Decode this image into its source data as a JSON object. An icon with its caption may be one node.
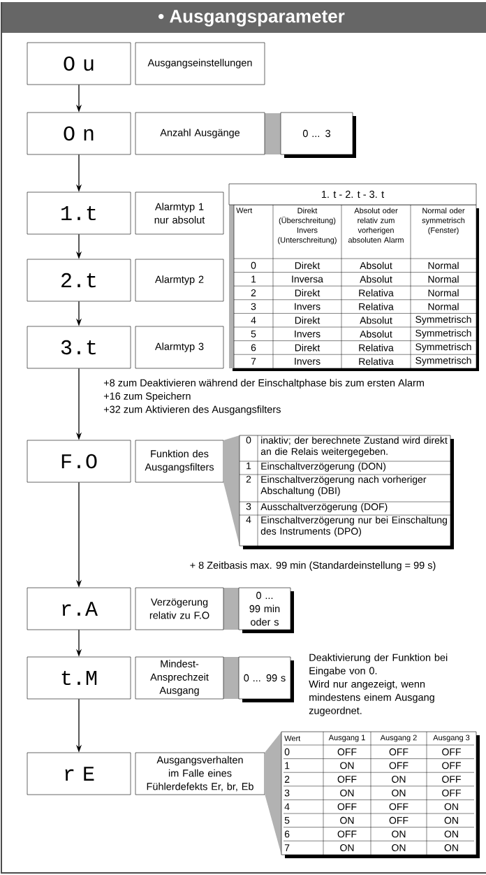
{
  "diagram": {
    "title": "• Ausgangsparameter",
    "nodes": [
      {
        "text": [
          "O u"
        ]
      },
      {
        "text": [
          "Ausgangseinstellungen"
        ]
      },
      {
        "text": [
          "O n"
        ]
      },
      {
        "text": [
          "Anzahl Ausgänge"
        ]
      },
      {
        "text": [
          "0 ... 3"
        ]
      },
      {
        "text": [
          "1.t"
        ]
      },
      {
        "text": [
          "Alarmtyp 1 nur absolut"
        ]
      },
      {
        "text": [
          "2.t"
        ]
      },
      {
        "text": [
          "Alarmtyp 2"
        ]
      },
      {
        "text": [
          "3.t"
        ]
      },
      {
        "text": [
          "Alarmtyp 3"
        ]
      },
      {
        "text": [
          "F.O"
        ]
      },
      {
        "text": [
          "Funktion des Ausgangsfilters"
        ]
      },
      {
        "text": [
          "r.A"
        ]
      },
      {
        "text": [
          "Verzögerung relativ zu F.O"
        ]
      },
      {
        "text": [
          "0 ... 99 min oder s"
        ]
      },
      {
        "text": [
          "t.M"
        ]
      },
      {
        "text": [
          "Mindest-Ansprechzeit Ausgang"
        ]
      },
      {
        "text": [
          "0 ... 99 s"
        ]
      },
      {
        "text": [
          "r E"
        ]
      },
      {
        "text": [
          "Ausgangsverhalten im Falle eines Fühlerdefekts Er, br, Eb"
        ]
      }
    ],
    "edges": [
      {
        "from": 0,
        "to": 2,
        "arrow": "to"
      },
      {
        "from": 2,
        "to": 5,
        "arrow": "to"
      },
      {
        "from": 5,
        "to": 7,
        "arrow": "to"
      },
      {
        "from": 7,
        "to": 9,
        "arrow": "to"
      },
      {
        "from": 9,
        "to": 11,
        "arrow": "to"
      },
      {
        "from": 11,
        "to": 13,
        "arrow": "to"
      },
      {
        "from": 13,
        "to": 16,
        "arrow": "to"
      },
      {
        "from": 16,
        "to": 19,
        "arrow": "to"
      }
    ],
    "labels": [
      "1. t - 2. t - 3. t",
      "Wert",
      "Direkt (Überschreitung) Invers (Unterschreitung)",
      "Absolut oder relativ zum vorherigen absoluten Alarm",
      "Normal oder symmetrisch (Fenster)",
      "0",
      "Direkt",
      "Absolut",
      "Normal",
      "1",
      "Inversa",
      "Absolut",
      "Normal",
      "2",
      "Direkt",
      "Relativa",
      "Normal",
      "3",
      "Invers",
      "Relativa",
      "Normal",
      "4",
      "Direkt",
      "Absolut",
      "Symmetrisch",
      "5",
      "Invers",
      "Absolut",
      "Symmetrisch",
      "6",
      "Direkt",
      "Relativa",
      "Symmetrisch",
      "7",
      "Invers",
      "Relativa",
      "Symmetrisch",
      "+8 zum Deaktivieren während der Einschaltphase bis zum ersten Alarm",
      "+16 zum Speichern",
      "+32 zum Aktivieren des Ausgangsfilters",
      "0",
      "inaktiv; der berechnete Zustand wird direkt an die Relais weitergegeben.",
      "1",
      "Einschaltverzögerung (DON)",
      "2",
      "Einschaltverzögerung nach vorheriger Abschaltung (DBI)",
      "3",
      "Ausschaltverzögerung (DOF)",
      "4",
      "Einschaltverzögerung nur bei Einschaltung des Instruments (DPO)",
      "+ 8 Zeitbasis max. 99 min (Standardeinstellung = 99 s)",
      "Deaktivierung der Funktion bei Eingabe von 0.",
      "Wird nur angezeigt, wenn mindestens einem Ausgang zugeordnet.",
      "Wert",
      "Ausgang 1",
      "Ausgang 2",
      "Ausgang 3",
      "0",
      "OFF",
      "OFF",
      "OFF",
      "1",
      "ON",
      "OFF",
      "OFF",
      "2",
      "OFF",
      "ON",
      "OFF",
      "3",
      "ON",
      "ON",
      "OFF",
      "4",
      "OFF",
      "OFF",
      "ON",
      "5",
      "ON",
      "OFF",
      "ON",
      "6",
      "OFF",
      "ON",
      "ON",
      "7",
      "ON",
      "ON",
      "ON"
    ]
  }
}
